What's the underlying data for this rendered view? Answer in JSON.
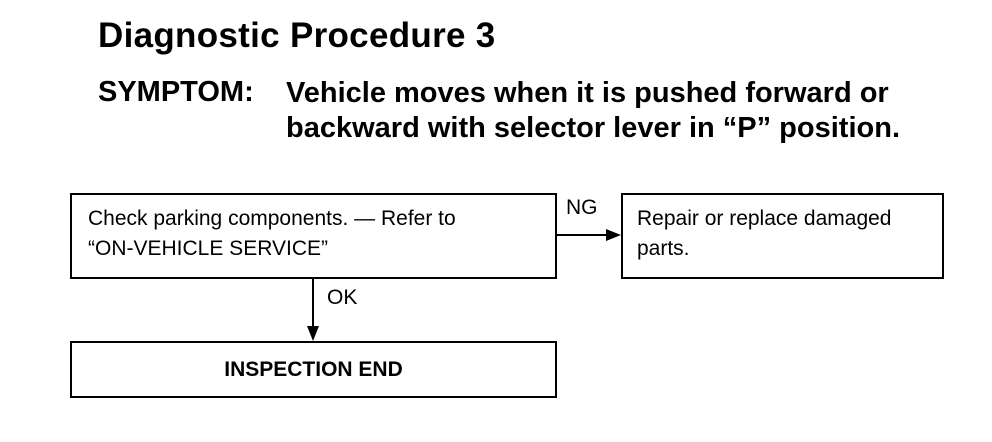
{
  "title": "Diagnostic Procedure 3",
  "symptom": {
    "label": "SYMPTOM:",
    "text": "Vehicle moves when it is pushed forward or backward with selector lever in “P” position."
  },
  "flowchart": {
    "check_step": {
      "line1": "Check parking components. — Refer to",
      "line2": "“ON-VEHICLE SERVICE”"
    },
    "ng_label": "NG",
    "ok_label": "OK",
    "repair_step": {
      "line1": "Repair or replace damaged",
      "line2": "parts."
    },
    "end_step": "INSPECTION END"
  }
}
